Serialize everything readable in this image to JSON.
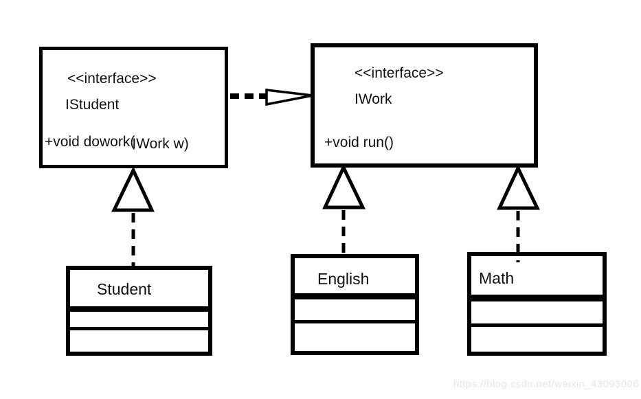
{
  "diagram": {
    "kind": "uml-class-diagram",
    "background_color": "#ffffff",
    "stroke_color": "#000000",
    "nodes": {
      "istudent": {
        "stereotype": "<<interface>>",
        "name": "IStudent",
        "method_prefix": "+void dowork(",
        "method_param": "IWork w)"
      },
      "iwork": {
        "stereotype": "<<interface>>",
        "name": "IWork",
        "method": "+void run()"
      },
      "student": {
        "name": "Student"
      },
      "english": {
        "name": "English"
      },
      "math": {
        "name": "Math"
      }
    },
    "relations": [
      {
        "type": "dependency",
        "from": "IStudent",
        "to": "IWork"
      },
      {
        "type": "realization",
        "from": "Student",
        "to": "IStudent"
      },
      {
        "type": "realization",
        "from": "English",
        "to": "IWork"
      },
      {
        "type": "realization",
        "from": "Math",
        "to": "IWork"
      }
    ],
    "watermark": {
      "text": "https://blog.csdn.net/weixin_43093006",
      "color": "#e6e6e6"
    }
  }
}
